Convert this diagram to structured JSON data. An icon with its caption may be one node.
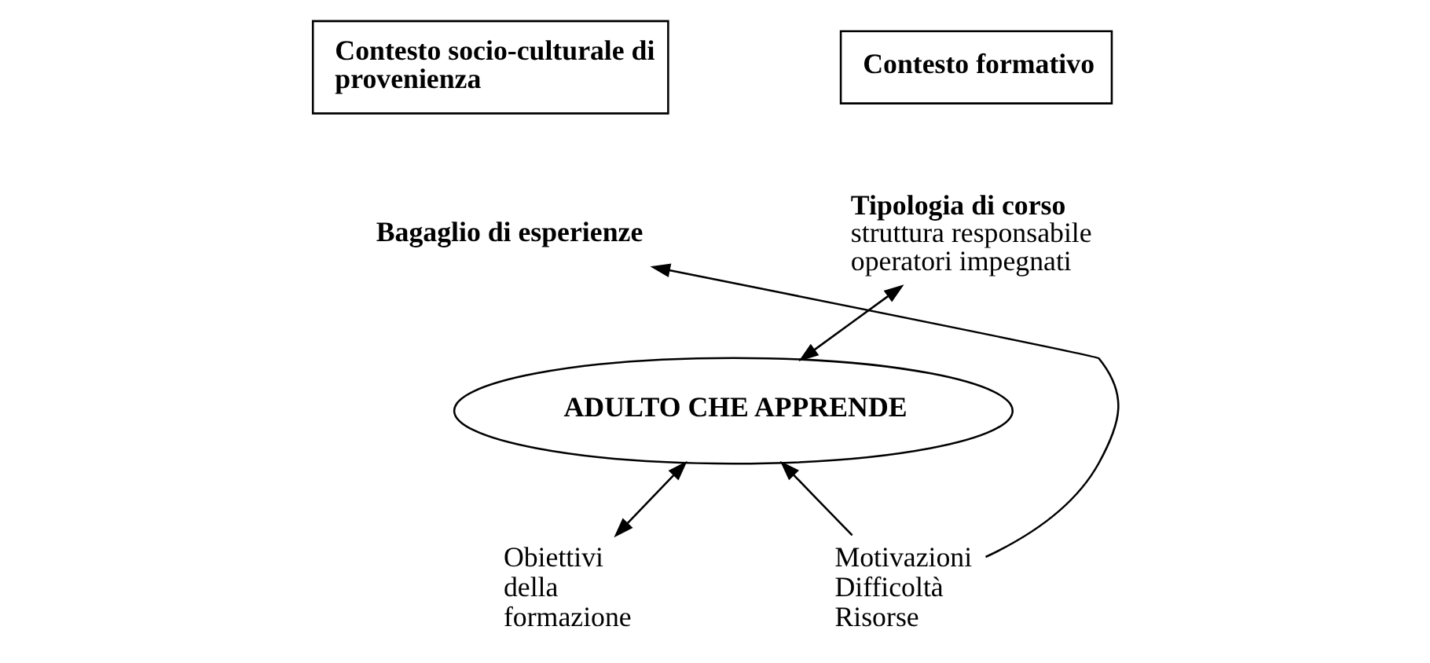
{
  "diagram": {
    "nodes": [
      {
        "text": [
          "Contesto socio-culturale di provenienza"
        ]
      },
      {
        "text": [
          "Bagaglio di esperienze"
        ]
      },
      {
        "text": [
          "Contesto formativo"
        ]
      },
      {
        "text": [
          "Tipologia di corso",
          "struttura responsabile",
          "operatori impegnati"
        ]
      },
      {
        "text": [
          "ADULTO CHE APPRENDE"
        ]
      },
      {
        "text": [
          "Motivazioni",
          "Difficoltà",
          "Risorse"
        ]
      },
      {
        "text": [
          "Obiettivi della formazione"
        ]
      }
    ],
    "edges": [
      {
        "from": 5,
        "to": 1,
        "arrow": "to"
      },
      {
        "from": 5,
        "to": 4,
        "arrow": "to"
      },
      {
        "from": 4,
        "to": 3,
        "arrow": "both"
      },
      {
        "from": 4,
        "to": 6,
        "arrow": "both"
      }
    ]
  }
}
